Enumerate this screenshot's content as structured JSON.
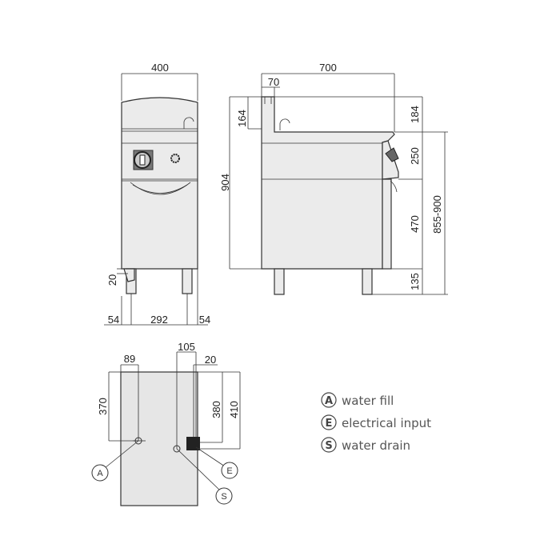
{
  "front_view": {
    "width": "400",
    "left_offset": "54",
    "leg_spacing": "292",
    "right_offset": "54",
    "drain_height": "20"
  },
  "side_view": {
    "depth": "700",
    "splash_depth": "70",
    "total_height": "904",
    "splash_height": "164",
    "h_top": "184",
    "h_panel": "250",
    "h_door": "470",
    "h_legs": "135",
    "work_height": "855-900"
  },
  "plan_view": {
    "a_x": "89",
    "s_offset": "105",
    "e_offset": "20",
    "a_y": "370",
    "e_y": "380",
    "s_y": "410",
    "callouts": [
      "A",
      "E",
      "S"
    ]
  },
  "legend": [
    {
      "letter": "A",
      "label": "water fill"
    },
    {
      "letter": "E",
      "label": "electrical input"
    },
    {
      "letter": "S",
      "label": "water drain"
    }
  ]
}
